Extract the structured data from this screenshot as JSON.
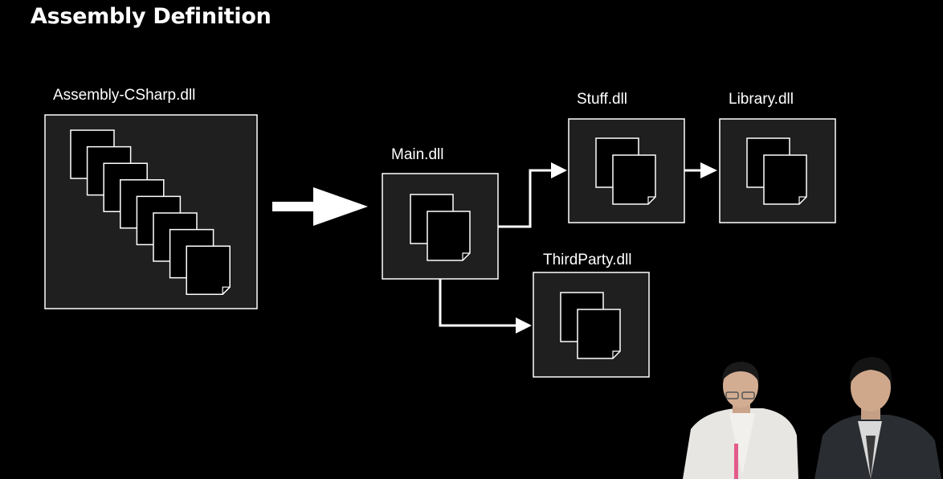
{
  "slide": {
    "title": "Assembly Definition"
  },
  "diagram": {
    "nodes": [
      {
        "id": "assembly-csharp",
        "label": "Assembly-CSharp.dll",
        "file_icons": 8
      },
      {
        "id": "main",
        "label": "Main.dll",
        "file_icons": 2
      },
      {
        "id": "stuff",
        "label": "Stuff.dll",
        "file_icons": 2
      },
      {
        "id": "library",
        "label": "Library.dll",
        "file_icons": 2
      },
      {
        "id": "thirdparty",
        "label": "ThirdParty.dll",
        "file_icons": 2
      }
    ],
    "edges": [
      {
        "from": "assembly-csharp",
        "to": "main",
        "style": "large-arrow"
      },
      {
        "from": "main",
        "to": "stuff",
        "style": "elbow-arrow"
      },
      {
        "from": "stuff",
        "to": "library",
        "style": "straight-arrow"
      },
      {
        "from": "main",
        "to": "thirdparty",
        "style": "elbow-arrow"
      }
    ]
  },
  "colors": {
    "background": "#000000",
    "box_fill": "#1f1f1f",
    "stroke": "#ffffff",
    "text": "#ffffff"
  },
  "webcam": {
    "description_icon": "presenters-video-overlay"
  }
}
